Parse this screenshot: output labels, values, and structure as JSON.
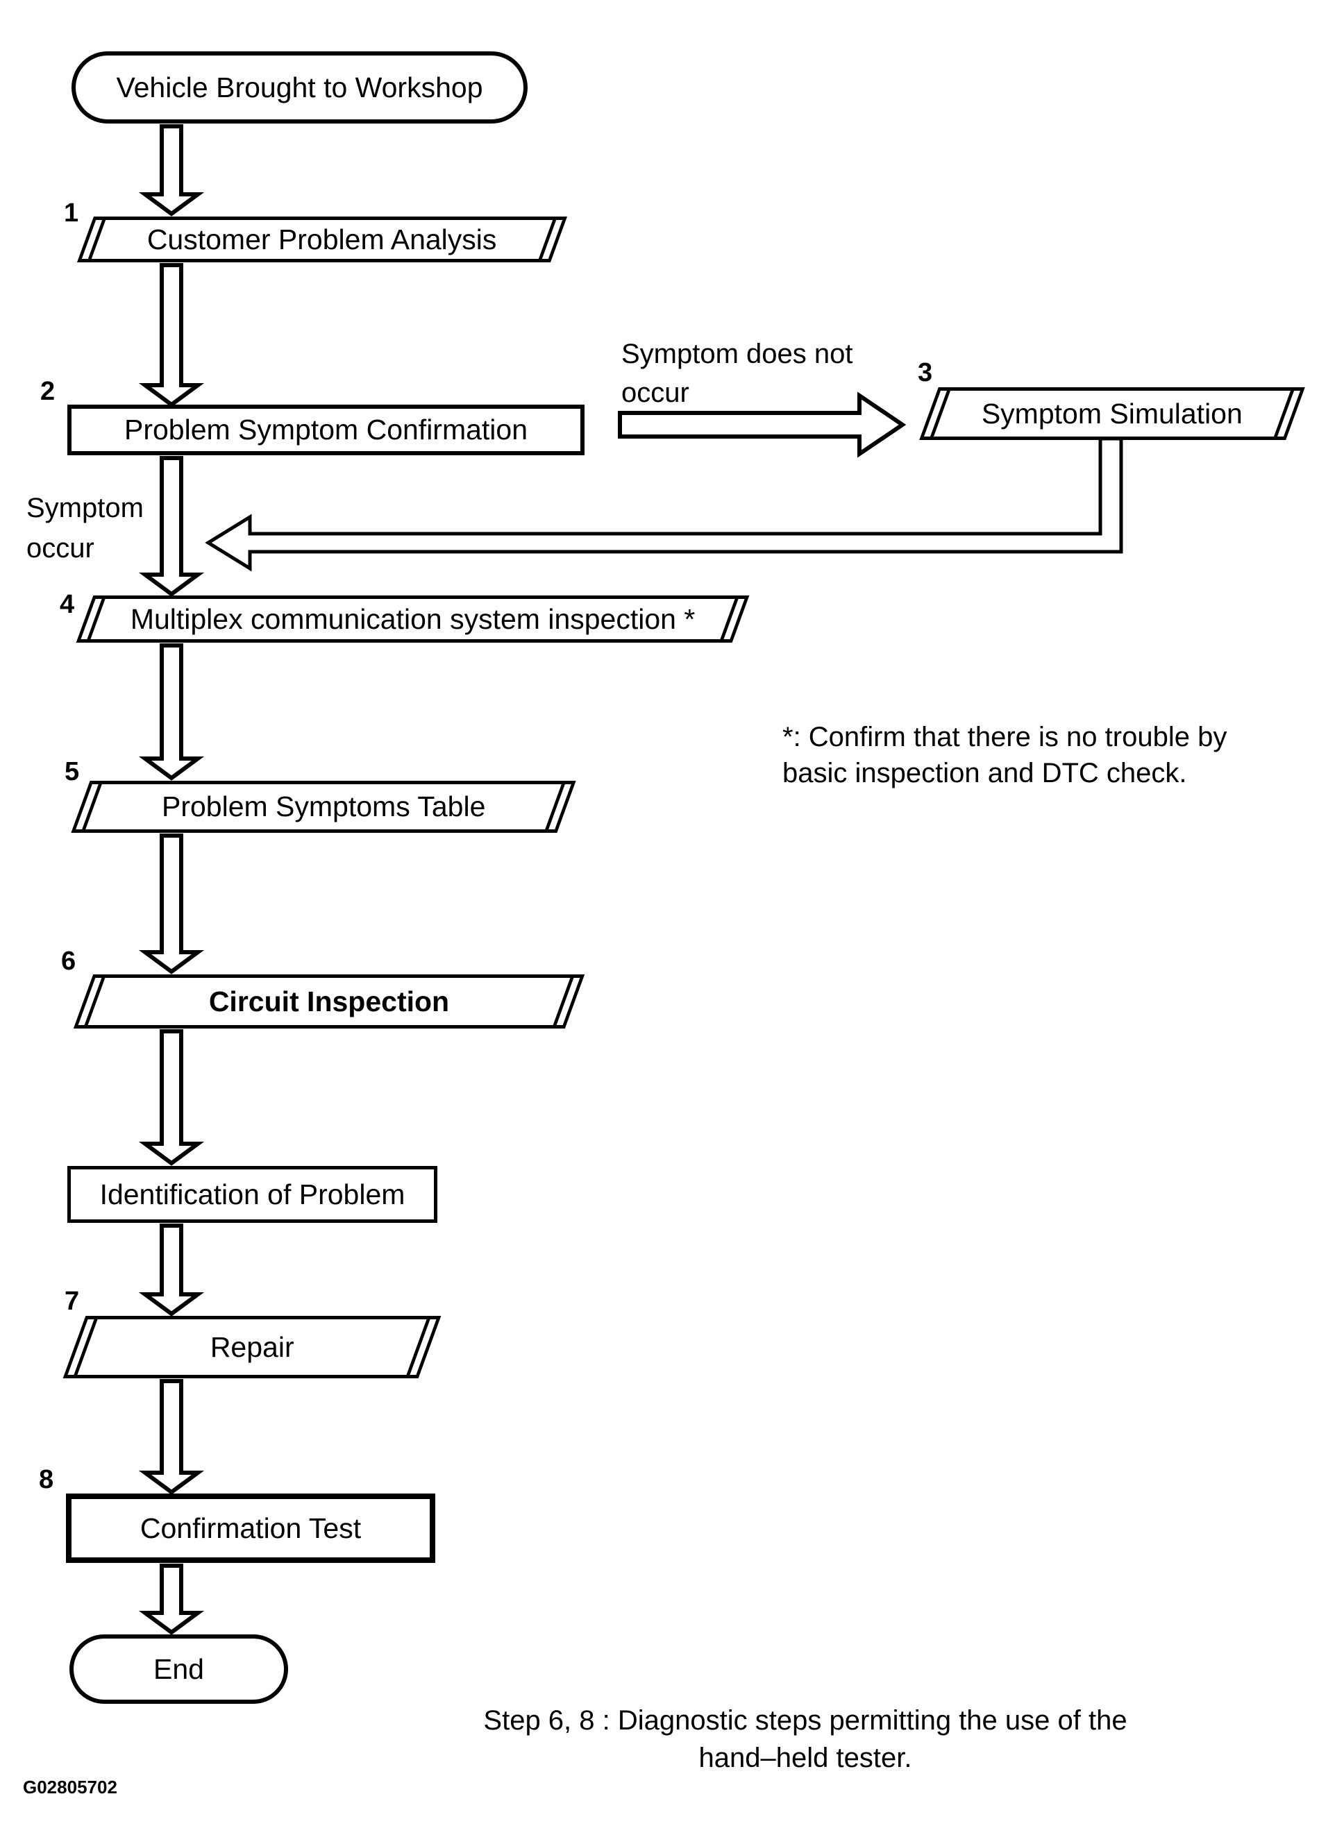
{
  "colors": {
    "ink": "#000000",
    "paper": "#ffffff"
  },
  "flowchart": {
    "start": {
      "label": "Vehicle Brought to Workshop"
    },
    "steps": [
      {
        "num": "1",
        "label": "Customer Problem Analysis"
      },
      {
        "num": "2",
        "label": "Problem Symptom Confirmation"
      },
      {
        "num": "3",
        "label": "Symptom Simulation"
      },
      {
        "num": "4",
        "label": "Multiplex communication system inspection *"
      },
      {
        "num": "5",
        "label": "Problem Symptoms Table"
      },
      {
        "num": "6",
        "label": "Circuit Inspection"
      },
      {
        "num": "7",
        "label": "Repair"
      },
      {
        "num": "8",
        "label": "Confirmation Test"
      }
    ],
    "identification": {
      "label": "Identification of Problem"
    },
    "end": {
      "label": "End"
    },
    "branch_labels": {
      "symptom_does_not_occur": [
        "Symptom does not",
        "occur"
      ],
      "symptom_occur": [
        "Symptom",
        "occur"
      ]
    },
    "note": [
      "*: Confirm that there is no trouble by",
      "basic inspection and DTC check."
    ],
    "caption": [
      "Step 6, 8 : Diagnostic steps permitting the use of the",
      "hand–held tester."
    ],
    "figure_code": "G02805702"
  }
}
